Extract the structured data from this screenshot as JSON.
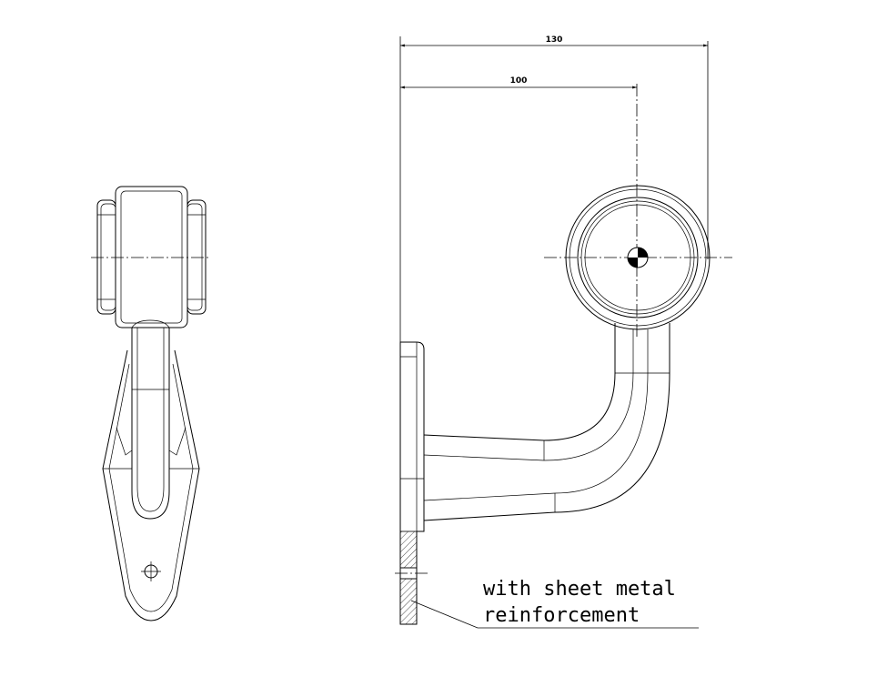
{
  "dimensions": {
    "overall": "130",
    "to_center": "100"
  },
  "note": {
    "line1": "with sheet metal",
    "line2": "reinforcement"
  }
}
